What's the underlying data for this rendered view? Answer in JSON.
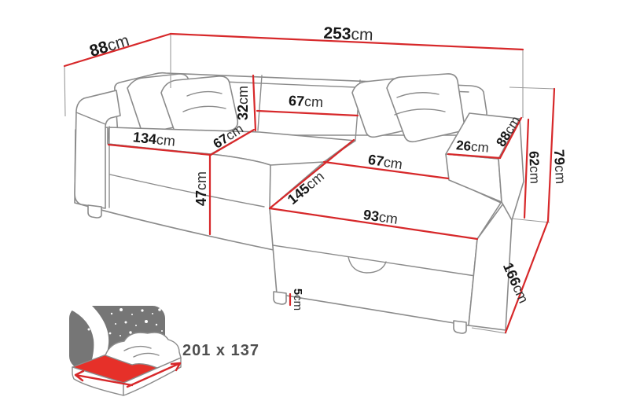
{
  "diagram_title": "corner-sofa-dimension-diagram",
  "dimensions": {
    "depth_back_left": {
      "value": "88",
      "unit": "cm"
    },
    "width_total": {
      "value": "253",
      "unit": "cm"
    },
    "seat_left_width": {
      "value": "134",
      "unit": "cm"
    },
    "seat_depth_left": {
      "value": "67",
      "unit": "cm"
    },
    "backrest_height": {
      "value": "32",
      "unit": "cm"
    },
    "back_cushion_width": {
      "value": "67",
      "unit": "cm"
    },
    "seat_height": {
      "value": "47",
      "unit": "cm"
    },
    "chaise_width_top": {
      "value": "67",
      "unit": "cm"
    },
    "chaise_length": {
      "value": "145",
      "unit": "cm"
    },
    "chaise_front_width": {
      "value": "93",
      "unit": "cm"
    },
    "armrest_width": {
      "value": "26",
      "unit": "cm"
    },
    "armrest_depth": {
      "value": "88",
      "unit": "cm"
    },
    "armrest_height": {
      "value": "62",
      "unit": "cm"
    },
    "height_total": {
      "value": "79",
      "unit": "cm"
    },
    "side_depth": {
      "value": "166",
      "unit": "cm"
    },
    "leg_height": {
      "value": "5",
      "unit": "cm"
    }
  },
  "sleeping_area": {
    "size": "201 x 137"
  },
  "colors": {
    "dimension_line": "#d7282a",
    "outline": "#8b8b8b",
    "label_number": "#161616",
    "bed_panel": "#767676",
    "bed_mattress": "#e63029",
    "bed_text": "#4f4f4f"
  }
}
